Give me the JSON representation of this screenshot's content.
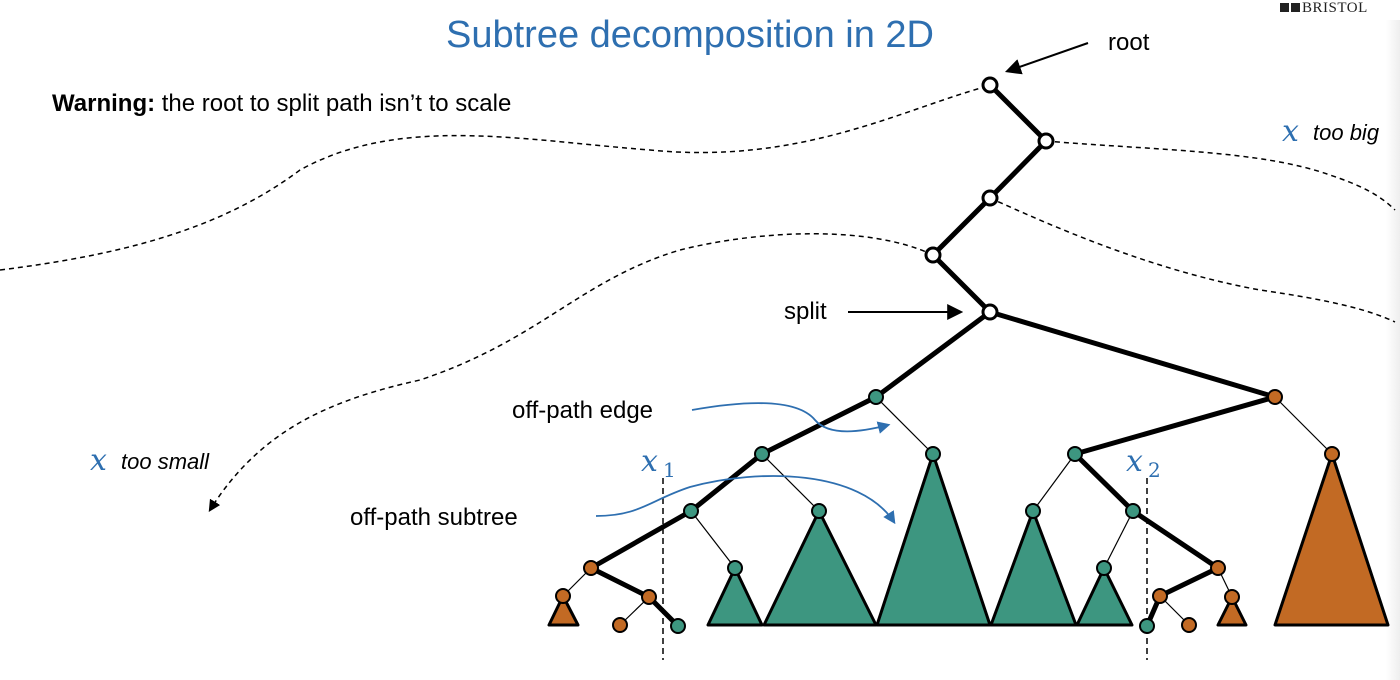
{
  "title": "Subtree decomposition in 2D",
  "warning": {
    "bold": "Warning:",
    "text": " the root to split path isn’t to scale"
  },
  "logo": "BRISTOL",
  "labels": {
    "root": "root",
    "split": "split",
    "off_path_edge": "off-path edge",
    "off_path_subtree": "off-path subtree",
    "x_var": "x",
    "too_small": "too small",
    "too_big": "too big",
    "x1_sub": "1",
    "x2_sub": "2"
  },
  "colors": {
    "title_blue": "#2e6fb0",
    "teal": "#3d9680",
    "orange": "#c26a24",
    "path_node": "#ffffff"
  }
}
